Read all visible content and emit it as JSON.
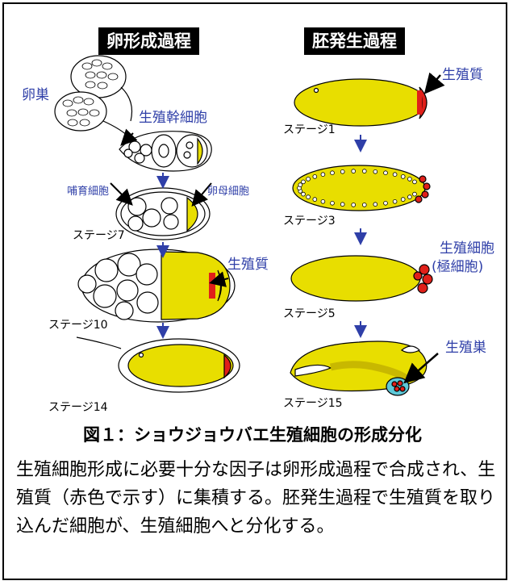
{
  "headers": {
    "oogenesis": "卵形成過程",
    "embryogenesis": "胚発生過程"
  },
  "labels": {
    "ovary": "卵巣",
    "germline_stem_cell": "生殖幹細胞",
    "nurse_cell": "哺育細胞",
    "oocyte": "卵母細胞",
    "germ_plasm_left": "生殖質",
    "germ_plasm_right": "生殖質",
    "germ_cells": "生殖細胞",
    "pole_cells": "(極細胞)",
    "gonad": "生殖巣"
  },
  "stages": {
    "s7": "ステージ7",
    "s10": "ステージ10",
    "s14": "ステージ14",
    "e1": "ステージ1",
    "e3": "ステージ3",
    "e5": "ステージ5",
    "e15": "ステージ15"
  },
  "caption": {
    "title": "図１：ショウジョウバエ生殖細胞の形成分化",
    "body": "生殖細胞形成に必要十分な因子は卵形成過程で合成され、生殖質（赤色で示す）に集積する。胚発生過程で生殖質を取り込んだ細胞が、生殖細胞へと分化する。"
  },
  "colors": {
    "yolk": "#e8de00",
    "germ_plasm": "#e0201a",
    "label_blue": "#2f3fa8",
    "gonad": "#5ec8d8"
  }
}
